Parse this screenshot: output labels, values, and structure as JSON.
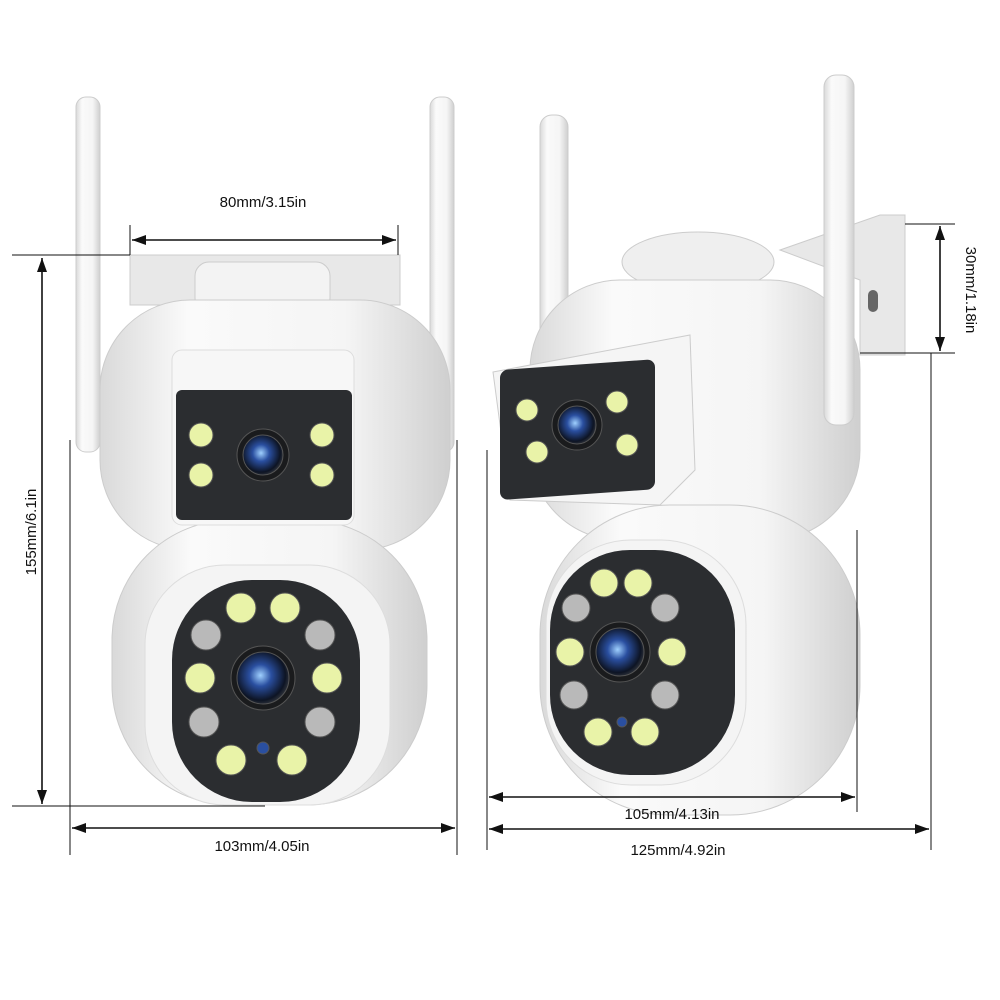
{
  "dimensions": {
    "left_bracket_width": "80mm/3.15in",
    "left_height": "155mm/6.1in",
    "left_width": "103mm/4.05in",
    "right_bracket_depth": "30mm/1.18in",
    "right_body_width": "105mm/4.13in",
    "right_total_width": "125mm/4.92in"
  },
  "colors": {
    "body": "#f2f2f2",
    "lens_panel": "#2b2d30",
    "led_white": "#e9f3a8",
    "led_ir": "#b9b9b9",
    "lens": "#2a4fa0"
  }
}
